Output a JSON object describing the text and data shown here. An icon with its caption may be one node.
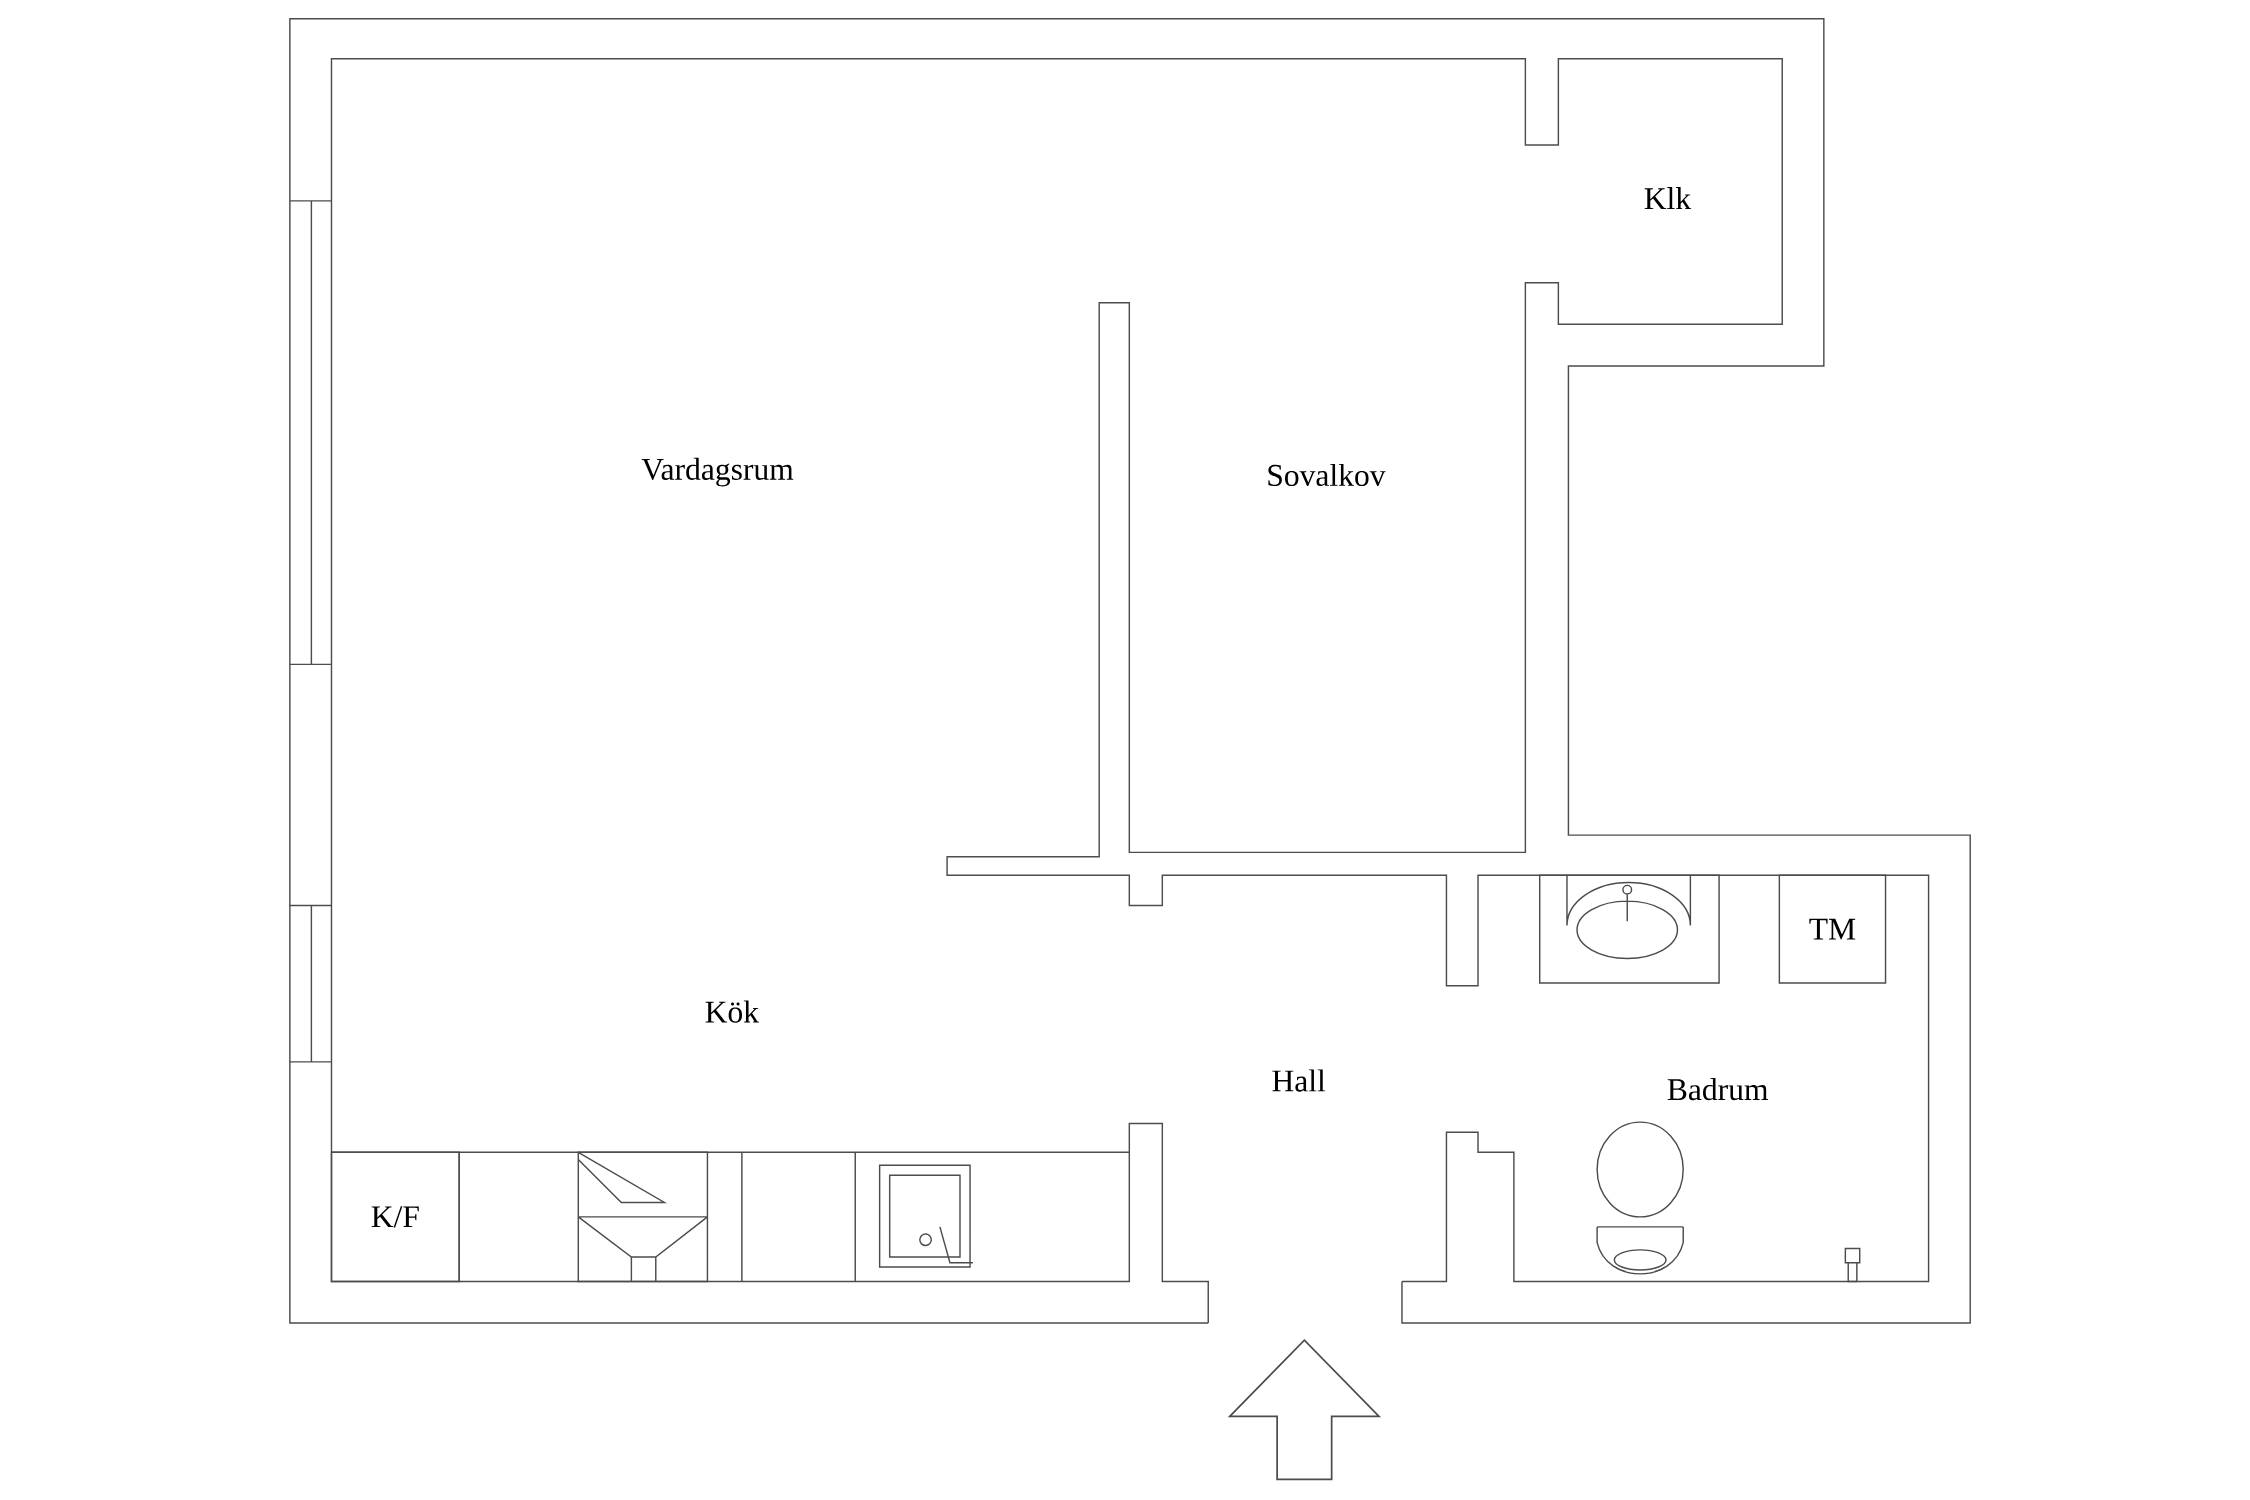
{
  "diagram": {
    "nodes": [
      {
        "text": [
          "TM"
        ]
      },
      {
        "text": [
          "K/F"
        ]
      }
    ],
    "edges": [],
    "labels": [
      "Klk",
      "Vardagsrum",
      "Sovalkov",
      "Kök",
      "Hall",
      "Badrum"
    ]
  }
}
